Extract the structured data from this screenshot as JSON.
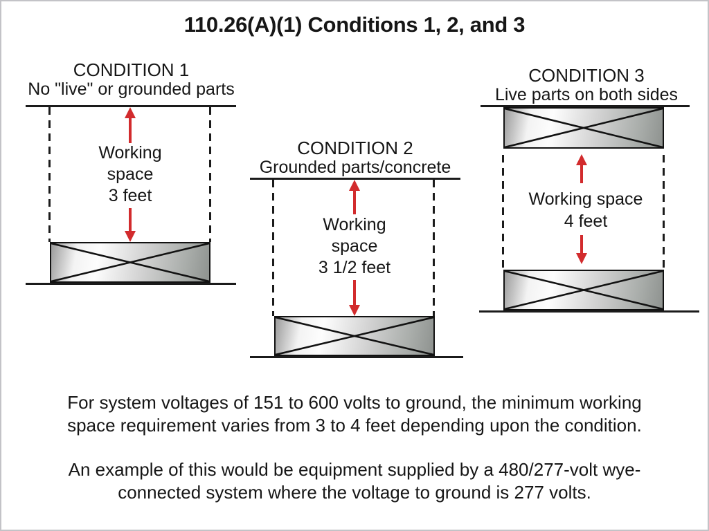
{
  "title": "110.26(A)(1) Conditions 1, 2, and 3",
  "conditions": [
    {
      "heading": "CONDITION 1",
      "subheading": "No \"live\" or grounded parts",
      "label_lines": [
        "Working",
        "space",
        "3 feet"
      ],
      "working_space": "3 feet"
    },
    {
      "heading": "CONDITION 2",
      "subheading": "Grounded parts/concrete",
      "label_lines": [
        "Working",
        "space",
        "3 1/2 feet"
      ],
      "working_space": "3 1/2 feet"
    },
    {
      "heading": "CONDITION 3",
      "subheading": "Live parts on both sides",
      "label_lines": [
        "Working space",
        "4 feet"
      ],
      "working_space": "4 feet"
    }
  ],
  "paragraphs": [
    {
      "lines": [
        "For system voltages of 151 to 600 volts to ground, the minimum working",
        "space requirement varies from 3 to 4 feet depending upon the condition."
      ]
    },
    {
      "lines": [
        "An example of this would be equipment supplied by a 480/277-volt wye-",
        "connected system where the voltage to ground is 277 volts."
      ]
    }
  ],
  "colors": {
    "arrow_red": "#d22b2d",
    "line_black": "#1b1b1b",
    "text_black": "#161616",
    "border_gray": "#c3c3c7"
  }
}
